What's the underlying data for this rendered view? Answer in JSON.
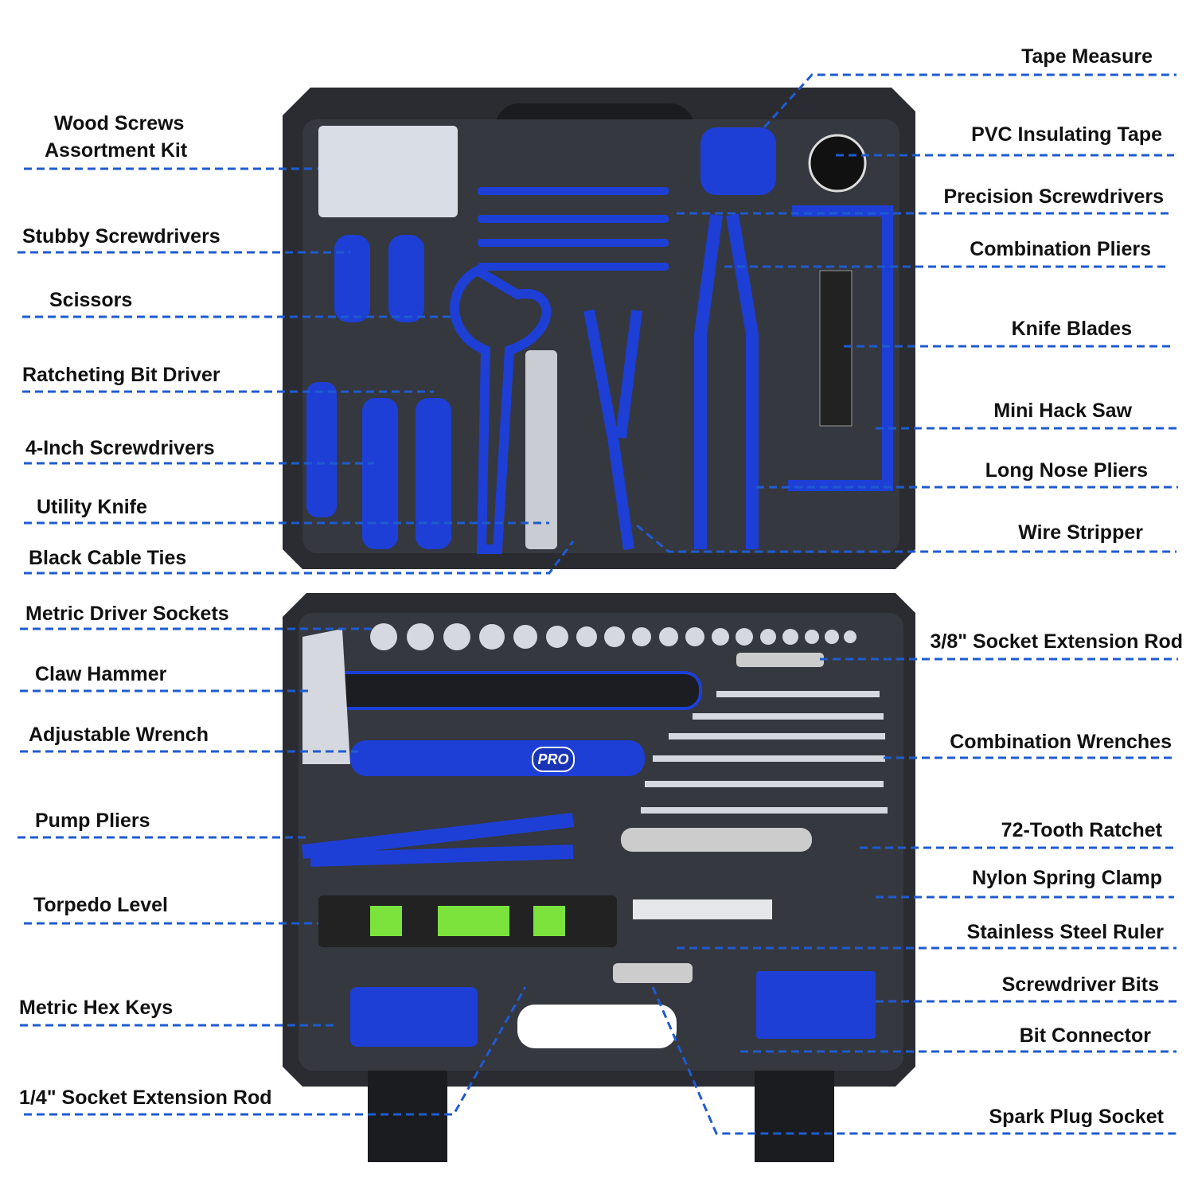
{
  "colors": {
    "accent": "#1f5bd0",
    "case": "#2a2c31",
    "case_inner": "#3a3d44",
    "tool_blue": "#1d3fd6"
  },
  "brand_mark": "PRO",
  "left_labels": [
    {
      "text": "Wood Screws",
      "text2": "Assortment Kit"
    },
    {
      "text": "Stubby Screwdrivers"
    },
    {
      "text": "Scissors"
    },
    {
      "text": "Ratcheting Bit Driver"
    },
    {
      "text": "4-Inch Screwdrivers"
    },
    {
      "text": "Utility Knife"
    },
    {
      "text": "Black Cable Ties"
    },
    {
      "text": "Metric Driver Sockets"
    },
    {
      "text": "Claw Hammer"
    },
    {
      "text": "Adjustable Wrench"
    },
    {
      "text": "Pump Pliers"
    },
    {
      "text": "Torpedo Level"
    },
    {
      "text": "Metric Hex Keys"
    },
    {
      "text": "1/4\" Socket Extension Rod"
    }
  ],
  "right_labels": [
    {
      "text": "Tape Measure"
    },
    {
      "text": "PVC Insulating Tape"
    },
    {
      "text": "Precision Screwdrivers"
    },
    {
      "text": "Combination Pliers"
    },
    {
      "text": "Knife Blades"
    },
    {
      "text": "Mini Hack Saw"
    },
    {
      "text": "Long Nose Pliers"
    },
    {
      "text": "Wire Stripper"
    },
    {
      "text": "3/8\" Socket Extension Rod"
    },
    {
      "text": "Combination Wrenches"
    },
    {
      "text": "72-Tooth Ratchet"
    },
    {
      "text": "Nylon Spring Clamp"
    },
    {
      "text": "Stainless Steel Ruler"
    },
    {
      "text": "Screwdriver Bits"
    },
    {
      "text": "Bit Connector"
    },
    {
      "text": "Spark Plug Socket"
    }
  ]
}
